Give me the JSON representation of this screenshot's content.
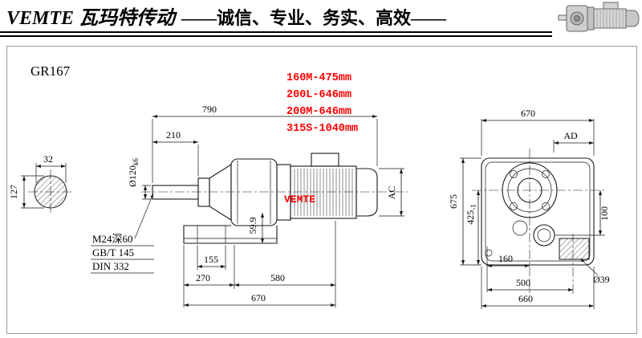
{
  "header": {
    "brand": "VEMTE 瓦玛特传动",
    "slogan": "——诚信、专业、务实、高效——"
  },
  "drawing": {
    "model": "GR167",
    "motor_options": [
      "160M-475mm",
      "200L-646mm",
      "200M-646mm",
      "315S-1040mm"
    ],
    "watermark": "VEMTE",
    "shaft_view": {
      "dim_width": "32",
      "dim_height": "127"
    },
    "side_view": {
      "dim_total": "790",
      "dim_shaft_len": "210",
      "shaft_dia_main": "Ø120",
      "shaft_dia_tol": "k6",
      "dim_ac": "AC",
      "dim_foot": "59.9",
      "dim_155": "155",
      "dim_270": "270",
      "dim_580": "580",
      "dim_670": "670",
      "thread_note": "M24深60",
      "standard_gb": "GB/T 145",
      "standard_din": "DIN 332"
    },
    "end_view": {
      "dim_width": "670",
      "dim_ad": "AD",
      "dim_height": "675",
      "dim_425_main": "425",
      "dim_425_sub": "-1",
      "dim_100": "100",
      "dim_160": "160",
      "dim_500": "500",
      "dim_660": "660",
      "dim_hole": "Ø39"
    }
  },
  "colors": {
    "accent_red": "#fe0000",
    "line": "#1a1a1a"
  }
}
